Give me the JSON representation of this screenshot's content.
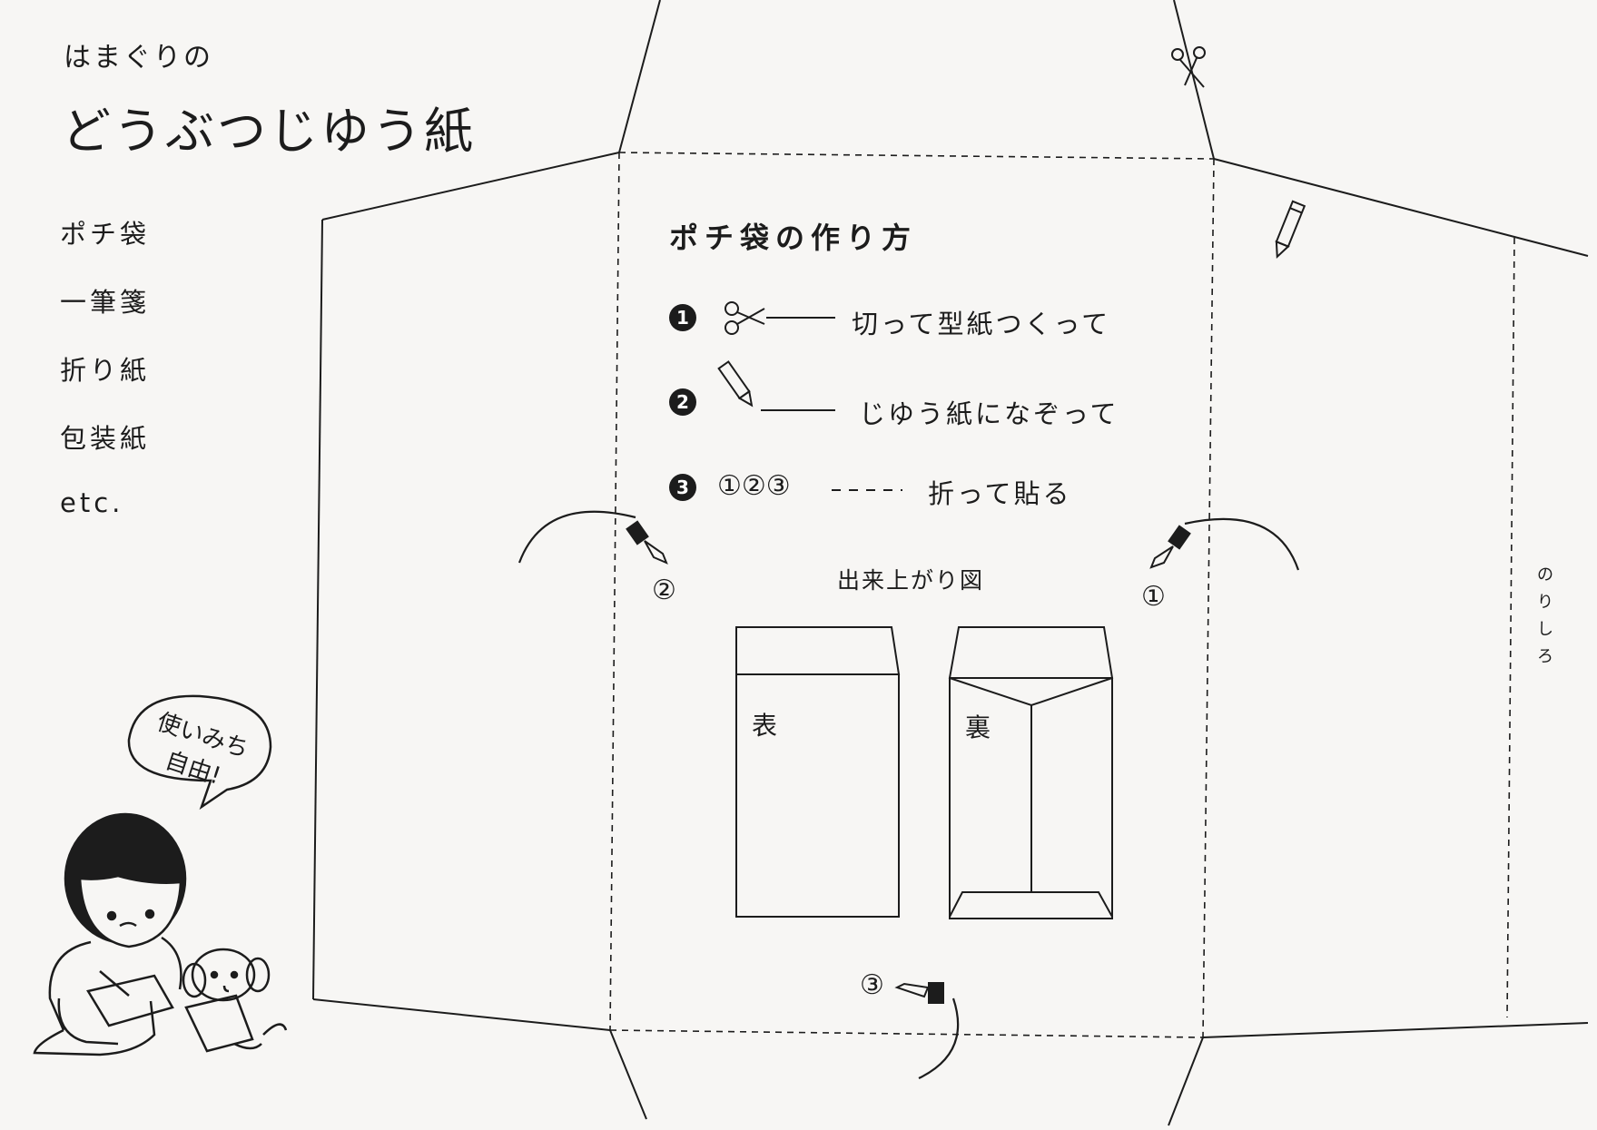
{
  "header": {
    "subtitle": "はまぐりの",
    "title": "どうぶつじゆう紙"
  },
  "uses": [
    "ポチ袋",
    "一筆箋",
    "折り紙",
    "包装紙",
    "etc."
  ],
  "howto": {
    "title": "ポチ袋の作り方",
    "steps": [
      {
        "num": "1",
        "icon": "scissors-icon",
        "text": "切って型紙つくって"
      },
      {
        "num": "2",
        "icon": "pencil-icon",
        "text": "じゆう紙になぞって"
      },
      {
        "num": "3",
        "marks": "①②③",
        "text": "折って貼る"
      }
    ]
  },
  "fold_marks": {
    "first": "①",
    "second": "②",
    "third": "③"
  },
  "finished": {
    "label": "出来上がり図",
    "front": "表",
    "back": "裏"
  },
  "glue_tab": [
    "の",
    "り",
    "し",
    "ろ"
  ],
  "speech_bubble": {
    "line1": "使いみち",
    "line2": "自由!"
  }
}
